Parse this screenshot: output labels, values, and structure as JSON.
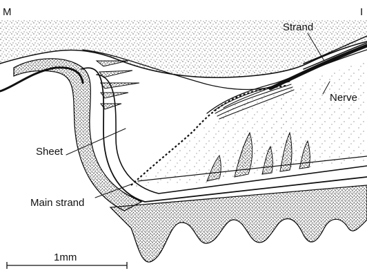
{
  "figure": {
    "corner_left": "M",
    "corner_right": "I",
    "labels": {
      "strand": "Strand",
      "nerve": "Nerve",
      "sheet": "Sheet",
      "main_strand": "Main strand"
    },
    "scale_bar": {
      "label": "1mm"
    },
    "colors": {
      "ink": "#111111",
      "paper": "#ffffff"
    }
  }
}
